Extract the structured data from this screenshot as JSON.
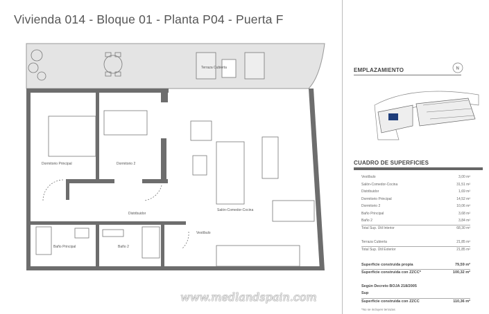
{
  "title": "Vivienda 014 - Bloque 01 - Planta P04 - Puerta F",
  "rooms": {
    "terraza": "Terraza Cubierta",
    "dorm_principal": "Dormitorio Principal",
    "dorm2": "Dormitorio 2",
    "distribuidor": "Distribuidor",
    "salon": "Salón-Comedor-Cocina",
    "vestibulo": "Vestíbulo",
    "bano_principal": "Baño Principal",
    "bano2": "Baño 2"
  },
  "emplazamiento": {
    "label": "EMPLAZAMIENTO",
    "north": "N"
  },
  "cuadro": {
    "label": "CUADRO DE SUPERFICIES",
    "interior": [
      {
        "name": "Vestíbulo",
        "value": "3,00 m²"
      },
      {
        "name": "Salón-Comedor-Cocina",
        "value": "31,51 m²"
      },
      {
        "name": "Distribuidor",
        "value": "1,69 m²"
      },
      {
        "name": "Dormitorio Principal",
        "value": "14,52 m²"
      },
      {
        "name": "Dormitorio 2",
        "value": "10,06 m²"
      },
      {
        "name": "Baño Principal",
        "value": "3,68 m²"
      },
      {
        "name": "Baño 2",
        "value": "3,84 m²"
      }
    ],
    "total_interior": {
      "name": "Total Sup. Útil Interior",
      "value": "68,30 m²"
    },
    "exterior": [
      {
        "name": "Terraza Cubierta",
        "value": "21,85 m²"
      }
    ],
    "total_exterior": {
      "name": "Total Sup. Útil Exterior",
      "value": "21,85 m²"
    },
    "construida_propia": {
      "name": "Superficie construida propia",
      "value": "79,59 m²"
    },
    "construida_zzcc": {
      "name": "Superficie construida con ZZCC*",
      "value": "100,32 m²"
    },
    "decreto": "Según Decreto BOJA 218/2005",
    "decreto_row1": {
      "name": "Sup"
    },
    "decreto_row2": {
      "name": "Superficie construida con ZZCC",
      "value": "110,36 m²"
    },
    "note": "*No se incluyen terrazas"
  },
  "watermark": "www.medlandspain.com"
}
